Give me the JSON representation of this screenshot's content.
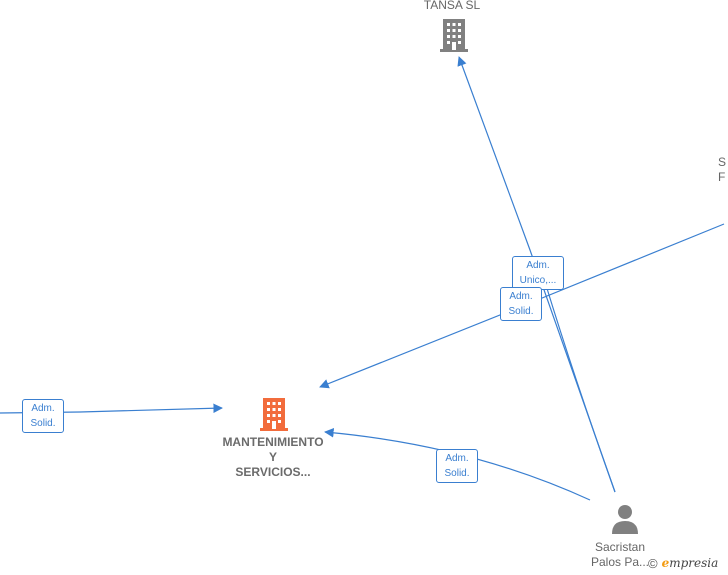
{
  "nodes": {
    "tansa": {
      "name": "TANSA  SL",
      "type": "company",
      "color": "#808080"
    },
    "mantenimiento": {
      "name_lines": [
        "MANTENIMIENTO",
        "Y",
        "SERVICIOS..."
      ],
      "type": "company",
      "color": "#f26c3c"
    },
    "sacristan": {
      "name_lines": [
        "Sacristan",
        "Palos Pa..."
      ],
      "type": "person",
      "color": "#808080"
    },
    "right_cut": {
      "name_lines": [
        "S",
        "F"
      ]
    }
  },
  "edge_labels": {
    "unico": [
      "Adm.",
      "Unico,..."
    ],
    "solid_center": [
      "Adm.",
      "Solid."
    ],
    "solid_left": [
      "Adm.",
      "Solid."
    ],
    "solid_bottom": [
      "Adm.",
      "Solid."
    ]
  },
  "colors": {
    "edge": "#3a7fd0",
    "company_main": "#f26c3c",
    "company_other": "#808080"
  },
  "watermark": {
    "symbol": "©",
    "brand_initial": "e",
    "brand_rest": "mpresia"
  }
}
